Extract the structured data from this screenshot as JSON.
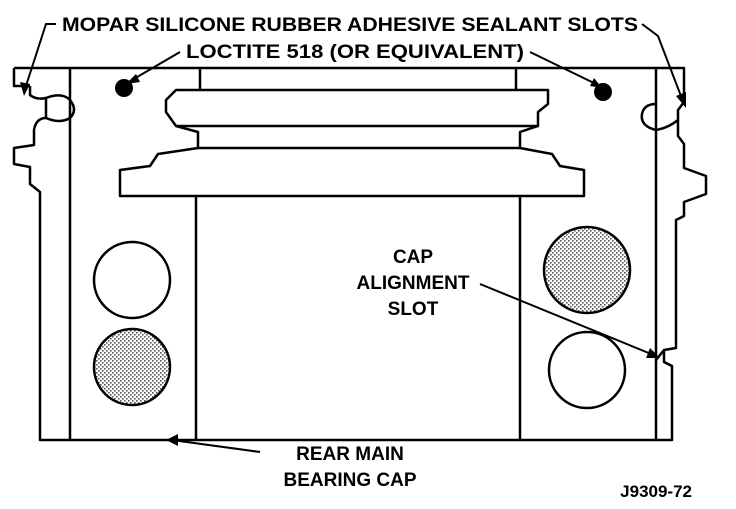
{
  "labels": {
    "sealant_slots": "MOPAR SILICONE RUBBER ADHESIVE SEALANT SLOTS",
    "loctite": "LOCTITE 518 (OR EQUIVALENT)",
    "cap_alignment_line1": "CAP",
    "cap_alignment_line2": "ALIGNMENT",
    "cap_alignment_line3": "SLOT",
    "rear_main_line1": "REAR MAIN",
    "rear_main_line2": "BEARING CAP",
    "figure_id": "J9309-72"
  }
}
